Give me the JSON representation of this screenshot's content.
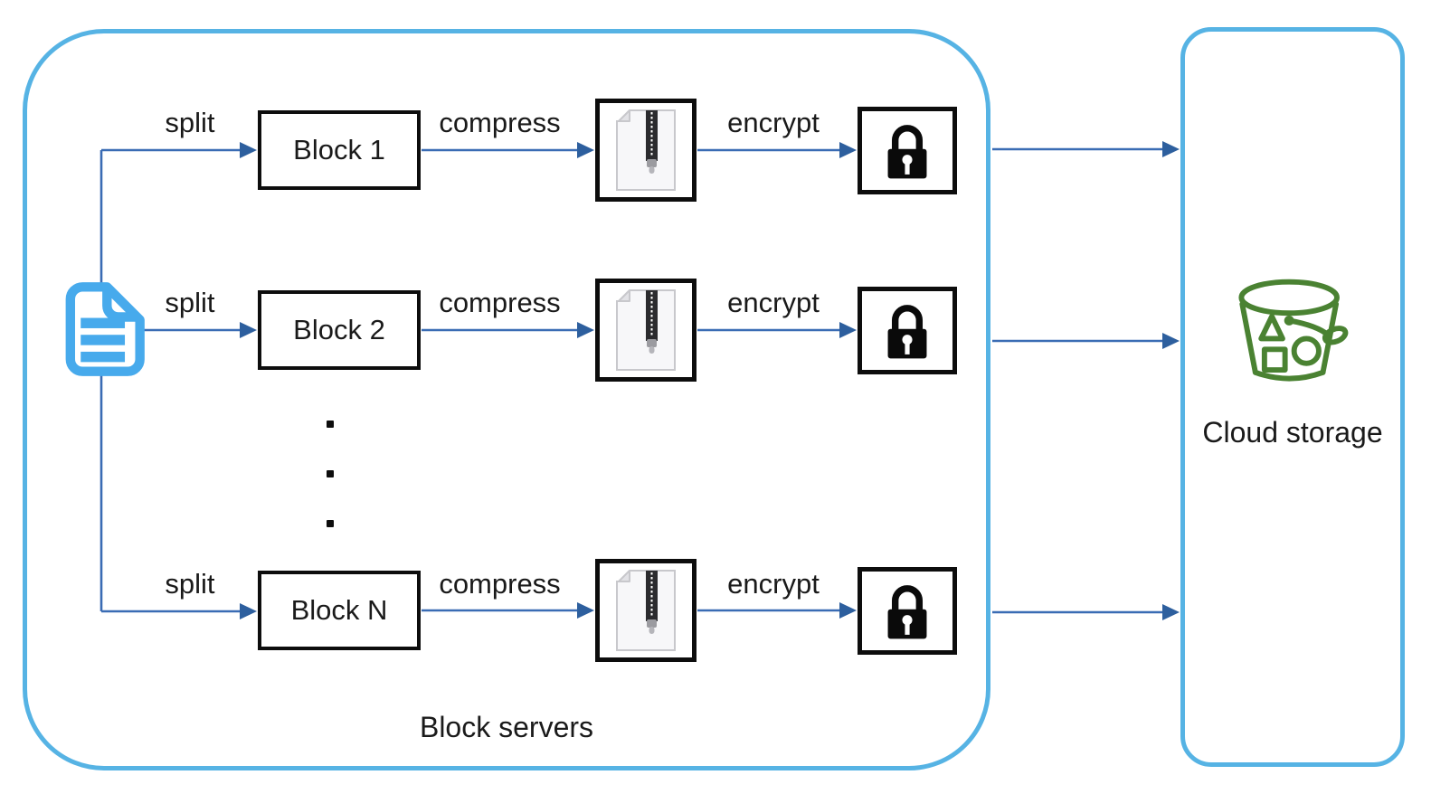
{
  "colors": {
    "container_border": "#56b3e4",
    "arrow_line": "#3a6cb4",
    "arrow_head": "#2d5f9e",
    "box_border": "#0d0d0d",
    "file_icon_blue": "#47aaec",
    "bucket_green": "#4a8232",
    "lock_black": "#0a0a0a",
    "text": "#1a1a1a"
  },
  "block_servers": {
    "label": "Block servers",
    "rows": [
      {
        "split": "split",
        "block": "Block 1",
        "compress": "compress",
        "encrypt": "encrypt"
      },
      {
        "split": "split",
        "block": "Block 2",
        "compress": "compress",
        "encrypt": "encrypt"
      },
      {
        "split": "split",
        "block": "Block N",
        "compress": "compress",
        "encrypt": "encrypt"
      }
    ],
    "ellipsis_dots": 3
  },
  "cloud_storage": {
    "label": "Cloud storage"
  },
  "icons": {
    "source_document": "document-icon",
    "compressed_file": "zip-file-icon",
    "encrypted_block": "padlock-icon",
    "cloud_bucket": "bucket-icon"
  }
}
